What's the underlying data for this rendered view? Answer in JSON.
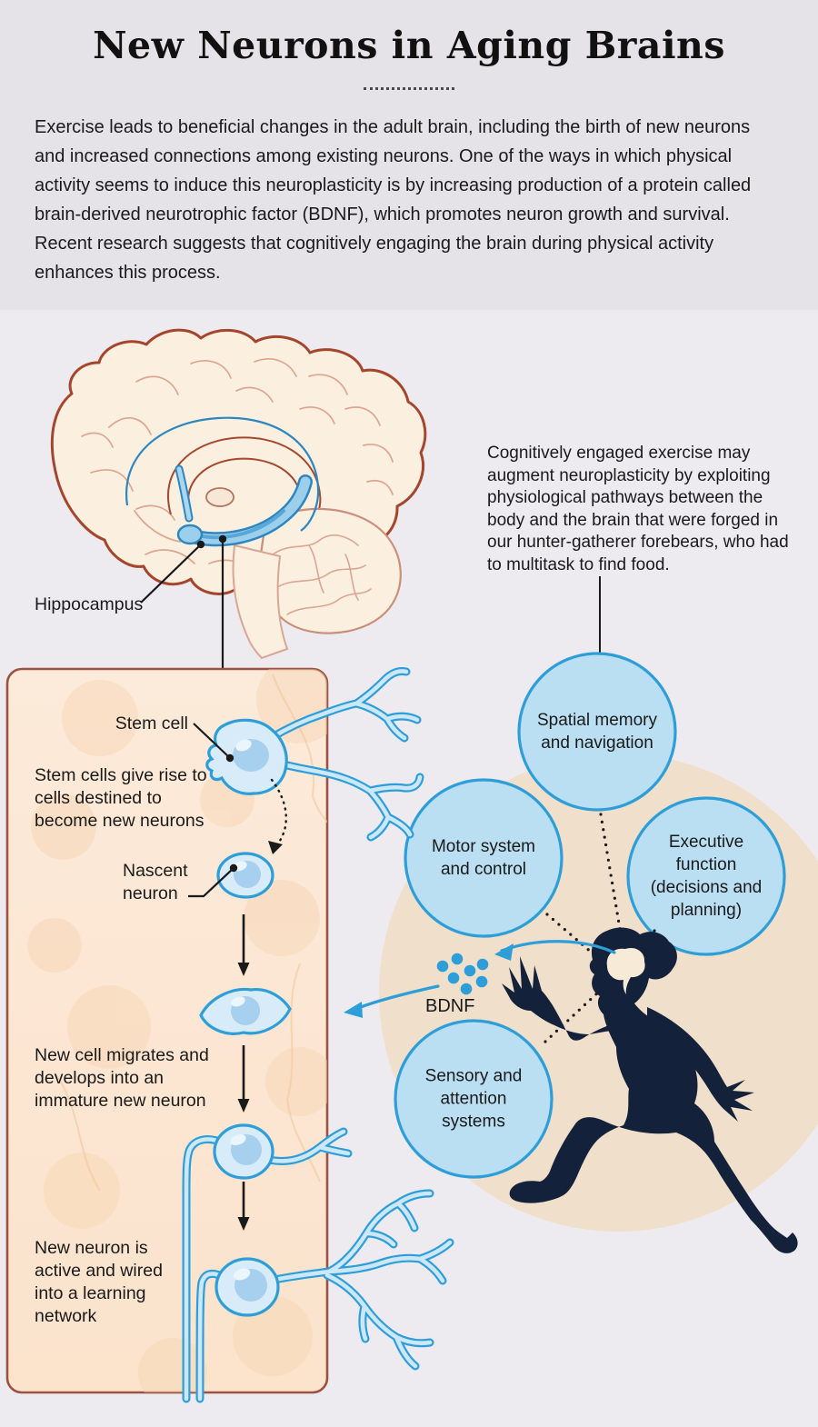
{
  "header": {
    "title": "New Neurons in Aging Brains",
    "intro": "Exercise leads to beneficial changes in the adult brain, including the birth of new neurons and increased connections among existing neurons. One of the ways in which physical activity seems to induce this neuroplasticity is by increasing production of a protein called brain-derived neurotrophic factor (BDNF), which promotes neuron growth and survival. Recent research suggests that cognitively engaging the brain during physical activity enhances this process."
  },
  "brain": {
    "hippocampus_label": "Hippocampus"
  },
  "exercise_caption": "Cognitively engaged exercise may augment neuroplasticity by exploiting physiological pathways between the body and the brain that were forged in our hunter-gatherer forebears, who had to multitask to find food.",
  "brain_systems": {
    "spatial": "Spatial memory and navigation",
    "motor": "Motor system and control",
    "executive": "Executive function (decisions and planning)",
    "sensory": "Sensory and attention systems"
  },
  "bdnf_label": "BDNF",
  "neurogenesis": {
    "stem_cell_label": "Stem cell",
    "stem_caption": "Stem cells give rise to cells destined to become new neurons",
    "nascent_label": "Nascent neuron",
    "migrate_caption": "New cell migrates and develops into an immature new neuron",
    "network_caption": "New neuron is active and wired into a learning network"
  },
  "colors": {
    "accent_blue": "#2E9ED9",
    "circle_fill": "#BADEF2",
    "beige_circle": "#F0DFCA",
    "panel_fill": "#FCE9D7",
    "panel_border": "#9C5242",
    "runner_silhouette": "#14213A",
    "header_bg": "#E5E3E7",
    "page_bg": "#EDEBEF",
    "text": "#1A1A1A"
  }
}
